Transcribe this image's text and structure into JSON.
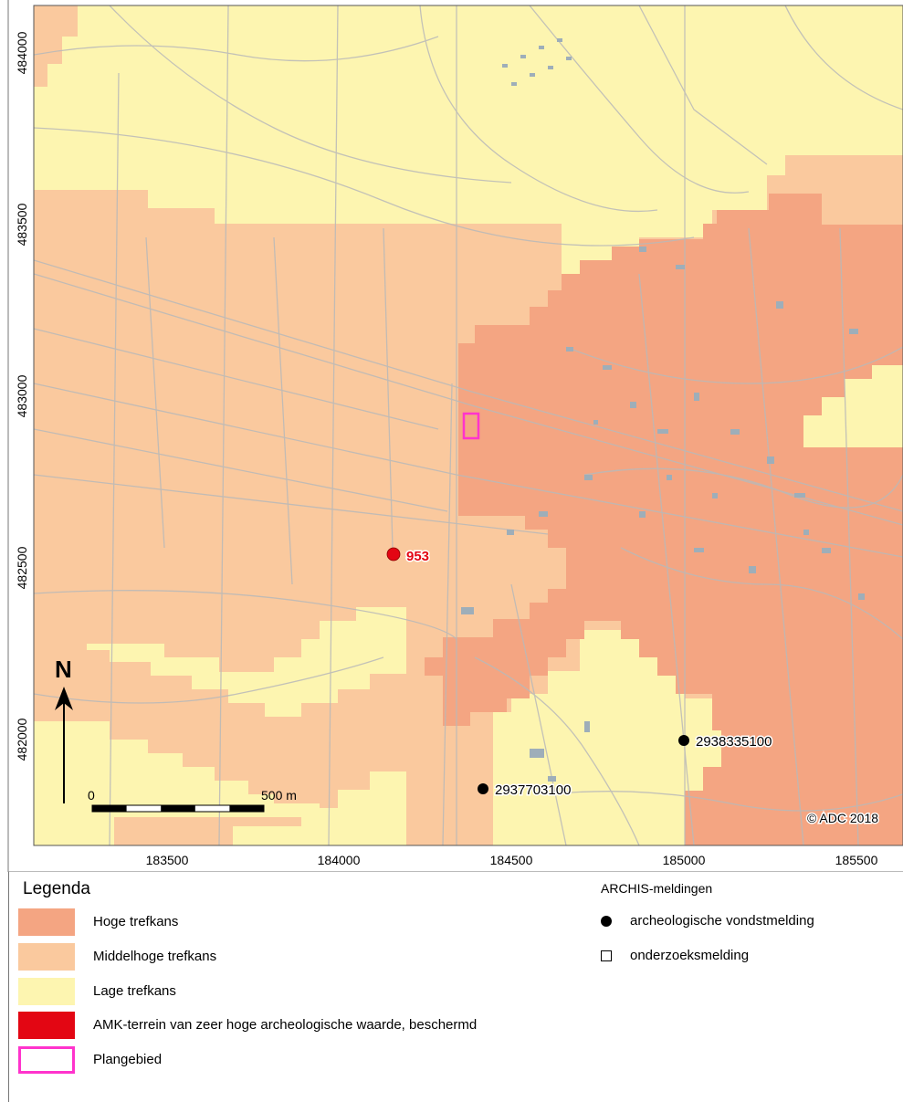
{
  "map": {
    "y_ticks": [
      "484000",
      "483500",
      "483000",
      "482500",
      "482000"
    ],
    "x_ticks": [
      "183500",
      "184000",
      "184500",
      "185000",
      "185500"
    ],
    "north_label": "N",
    "scale": {
      "start_label": "0",
      "end_label": "500 m"
    },
    "copyright": "© ADC 2018",
    "amk_site_label": "953",
    "archis_points": [
      {
        "label": "2938335100"
      },
      {
        "label": "2937703100"
      }
    ],
    "colors": {
      "hoge": "#F4A582",
      "middelhoge": "#FAC99E",
      "lage": "#FDF5B0",
      "amk": "#E30613",
      "plangebied": "#FF33CC",
      "roads": "#B9B9B9",
      "buildings": "#9EAEB9"
    }
  },
  "legend": {
    "title": "Legenda",
    "items": [
      {
        "label": "Hoge trefkans",
        "color": "#F4A582"
      },
      {
        "label": "Middelhoge trefkans",
        "color": "#FAC99E"
      },
      {
        "label": "Lage trefkans",
        "color": "#FDF5B0"
      },
      {
        "label": "AMK-terrein van zeer hoge archeologische waarde, beschermd",
        "color": "#E30613"
      },
      {
        "label": "Plangebied",
        "color": "#FF33CC"
      }
    ],
    "archis_title": "ARCHIS-meldingen",
    "archis_items": [
      {
        "label": "archeologische vondstmelding"
      },
      {
        "label": "onderzoeksmelding"
      }
    ]
  }
}
